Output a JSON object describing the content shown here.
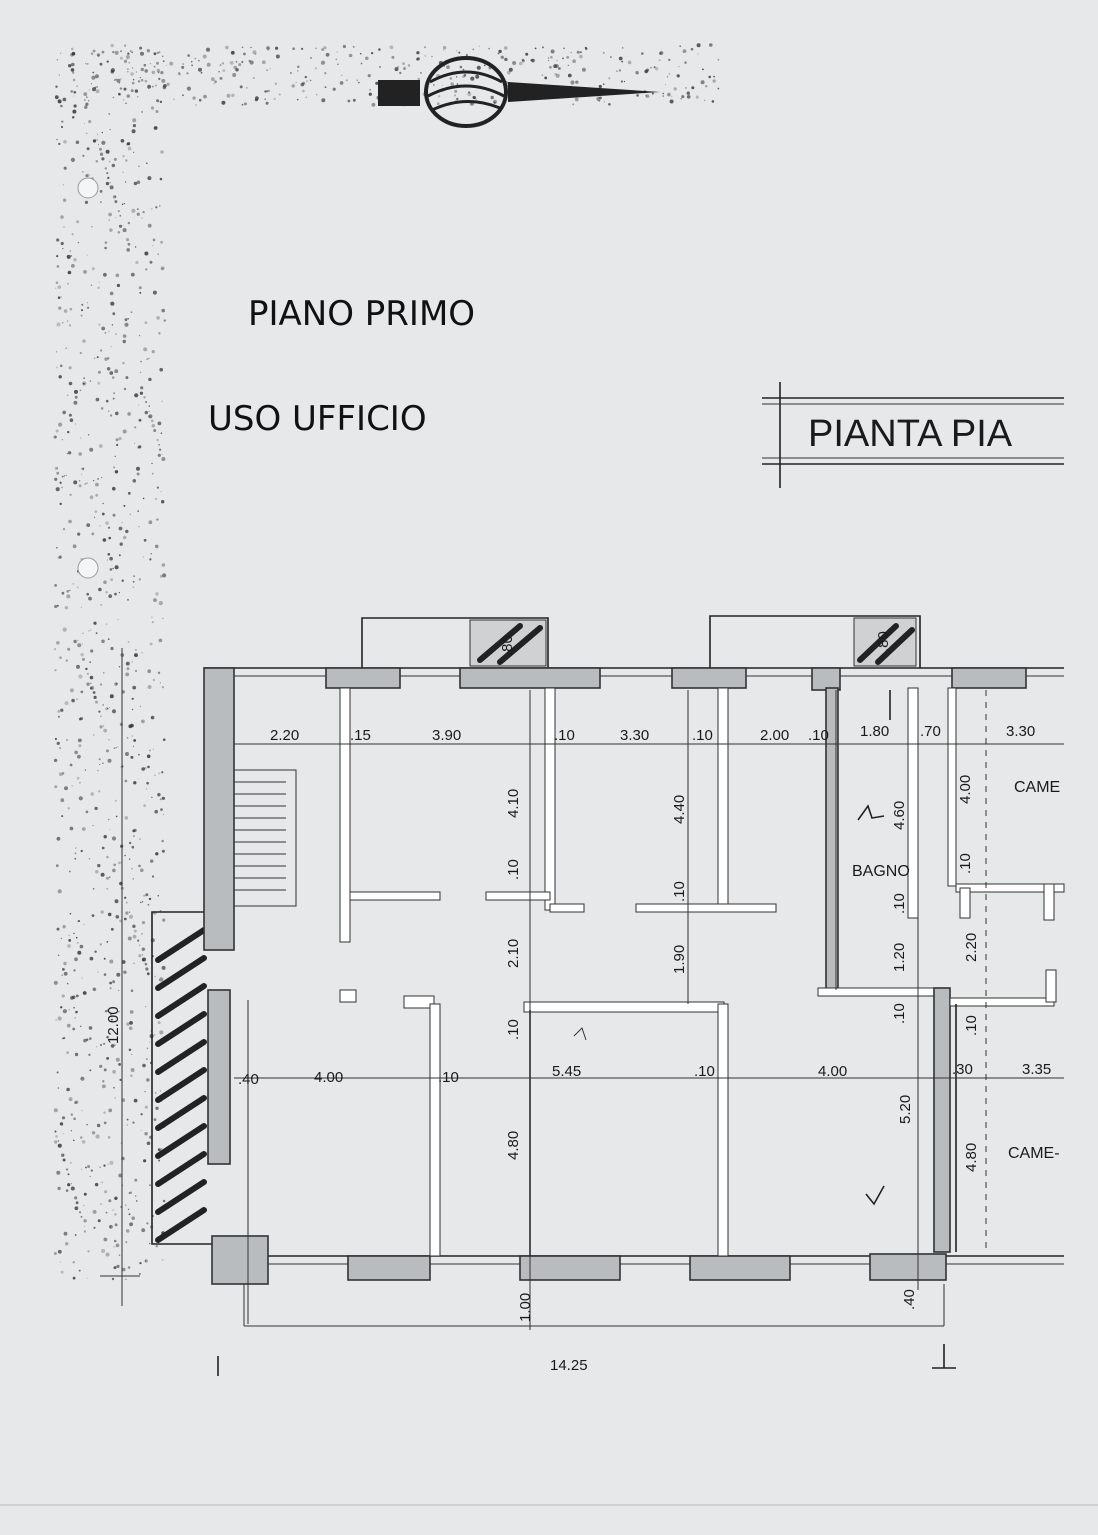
{
  "handwriting": {
    "line1": "PIANO PRIMO",
    "line2": "USO UFFICIO"
  },
  "title_box": {
    "text": "PIANTA PIA"
  },
  "rooms": {
    "bagno": "BAGNO",
    "came_top": "CAME",
    "came_bottom": "CAME-"
  },
  "dimensions": {
    "top_row": [
      "2.20",
      ".15",
      "3.90",
      ".10",
      "3.30",
      ".10",
      "2.00",
      ".10",
      "1.80",
      ".70",
      "3.30"
    ],
    "bottom_row": [
      ".40",
      "4.00",
      ".10",
      "5.45",
      ".10",
      "4.00",
      ".30",
      "3.35"
    ],
    "vertical": [
      "4.10",
      "4.40",
      "4.60",
      "4.00",
      ".10",
      ".10",
      ".10",
      ".10",
      "2.10",
      "1.90",
      "1.20",
      "2.20",
      ".10",
      ".10",
      ".10",
      "4.80",
      "5.20",
      "4.80",
      "1.00",
      ".40",
      ".80",
      ".80"
    ],
    "total_width": "14.25",
    "total_height": "12.00"
  },
  "colors": {
    "paper": "#e6e8ea",
    "ink": "#1a1a1a",
    "wall_fill": "#b9bcbf"
  }
}
